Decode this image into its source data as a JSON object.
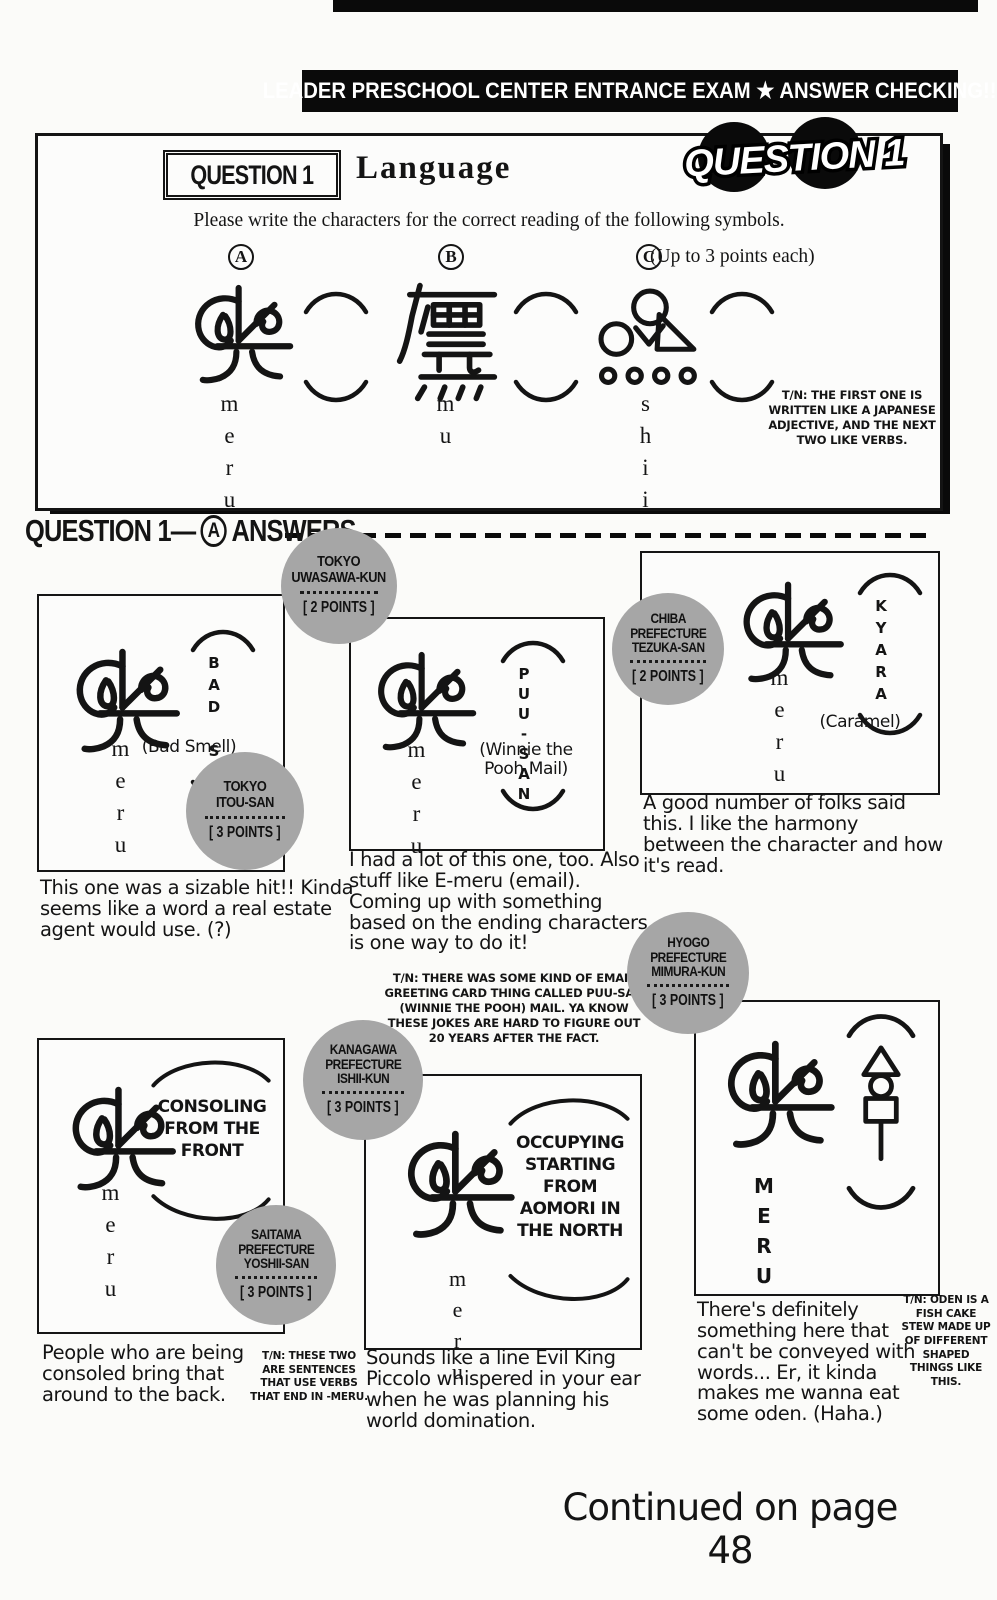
{
  "colors": {
    "ink": "#141414",
    "badge_gray": "#a6a6a6"
  },
  "header": {
    "banner": "LEADER PRESCHOOL CENTER ENTRANCE EXAM ★ ANSWER CHECKING!!",
    "stamp": "QUESTION 1"
  },
  "question": {
    "label": "QUESTION 1",
    "title": "Language",
    "instruction": "Please write the characters for the correct reading of the following symbols.",
    "points_note": "(Up to 3 points each)",
    "items": [
      {
        "letter": "A",
        "reading": "meru"
      },
      {
        "letter": "B",
        "reading": "mu"
      },
      {
        "letter": "C",
        "reading": "shii"
      }
    ],
    "tn": "T/N: THE FIRST ONE IS WRITTEN LIKE A JAPANESE ADJECTIVE, AND THE NEXT TWO LIKE VERBS."
  },
  "answers_section": {
    "prefix": "QUESTION 1—",
    "letter": "A",
    "suffix": "ANSWERS"
  },
  "answers": [
    {
      "badge_name": "TOKYO\nITOU-SAN",
      "badge_points": "[ 3 POINTS ]",
      "annotation": "BAD SM",
      "reading": "meru",
      "gloss": "(Bad Smell)",
      "caption": "This one was a sizable hit!! Kinda seems like a word a real estate agent would use. (?)"
    },
    {
      "badge_name": "TOKYO\nUWASAWA-KUN",
      "badge_points": "[ 2 POINTS ]",
      "annotation": "PUU-SAN",
      "reading": "meru",
      "gloss": "(Winnie the Pooh Mail)",
      "caption": "I had a lot of this one, too. Also stuff like E-meru (email). Coming up with something based on the ending characters is one way to do it!",
      "tn": "T/N: THERE WAS SOME KIND OF EMAIL GREETING CARD THING CALLED PUU-SAN (WINNIE THE POOH) MAIL. YA KNOW THESE JOKES ARE HARD TO FIGURE OUT 20 YEARS AFTER THE FACT."
    },
    {
      "badge_name": "CHIBA\nPREFECTURE\nTEZUKA-SAN",
      "badge_points": "[ 2 POINTS ]",
      "annotation": "KYARA",
      "reading": "meru",
      "gloss": "(Caramel)",
      "caption": "A good number of folks said this. I like the harmony between the character and how it's read."
    },
    {
      "badge_name": "HYOGO\nPREFECTURE\nMIMURA-KUN",
      "badge_points": "[ 3 POINTS ]",
      "reading": "MERU",
      "caption": "There's definitely something here that can't be conveyed with words... Er, it kinda makes me wanna eat some oden. (Haha.)",
      "tn": "T/N: ODEN IS A FISH CAKE STEW MADE UP OF DIFFERENT SHAPED THINGS LIKE THIS."
    },
    {
      "badge_name": "SAITAMA\nPREFECTURE\nYOSHII-SAN",
      "badge_points": "[ 3 POINTS ]",
      "annotation": "CONSOLING FROM THE FRONT",
      "reading": "meru",
      "caption": "People who are being consoled bring that around to the back.",
      "tn": "T/N: THESE TWO ARE SENTENCES THAT USE VERBS THAT END IN -MERU."
    },
    {
      "badge_name": "KANAGAWA\nPREFECTURE\nISHII-KUN",
      "badge_points": "[ 3 POINTS ]",
      "annotation": "OCCUPYING STARTING FROM AOMORI IN THE NORTH",
      "reading": "meru",
      "caption": "Sounds like a line Evil King Piccolo whispered in your ear when he was planning his world domination."
    }
  ],
  "footer": {
    "continued": "Continued on page 48"
  }
}
